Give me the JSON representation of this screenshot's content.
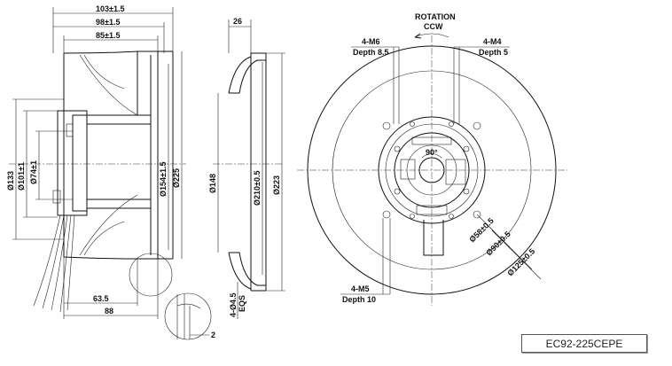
{
  "dimensions": {
    "width_103": "103±1.5",
    "width_98": "98±1.5",
    "width_85": "85±1.5",
    "depth_26": "26",
    "dia_133": "Ø133",
    "dia_101": "Ø101±1",
    "dia_74": "Ø74±1",
    "dia_154": "Ø154±1.5",
    "dia_225": "Ø225",
    "dia_148": "Ø148",
    "dia_210": "Ø210±0.5",
    "dia_223": "Ø223",
    "len_63_5": "63.5",
    "len_88": "88",
    "detail_2": "2",
    "holes_45": "4-Ø4.5",
    "eqs": "EQS",
    "dia_58": "Ø58±0.5",
    "dia_90": "Ø90±0.5",
    "dia_125": "Ø125±0.5",
    "angle_90": "90°"
  },
  "front_view": {
    "rotation_label": "ROTATION",
    "rotation_dir": "CCW",
    "m6_label": "4-M6",
    "m6_depth": "Depth 8.5",
    "m4_label": "4-M4",
    "m4_depth": "Depth 5",
    "m5_label": "4-M5",
    "m5_depth": "Depth 10"
  },
  "model": "EC92-225CEPE"
}
